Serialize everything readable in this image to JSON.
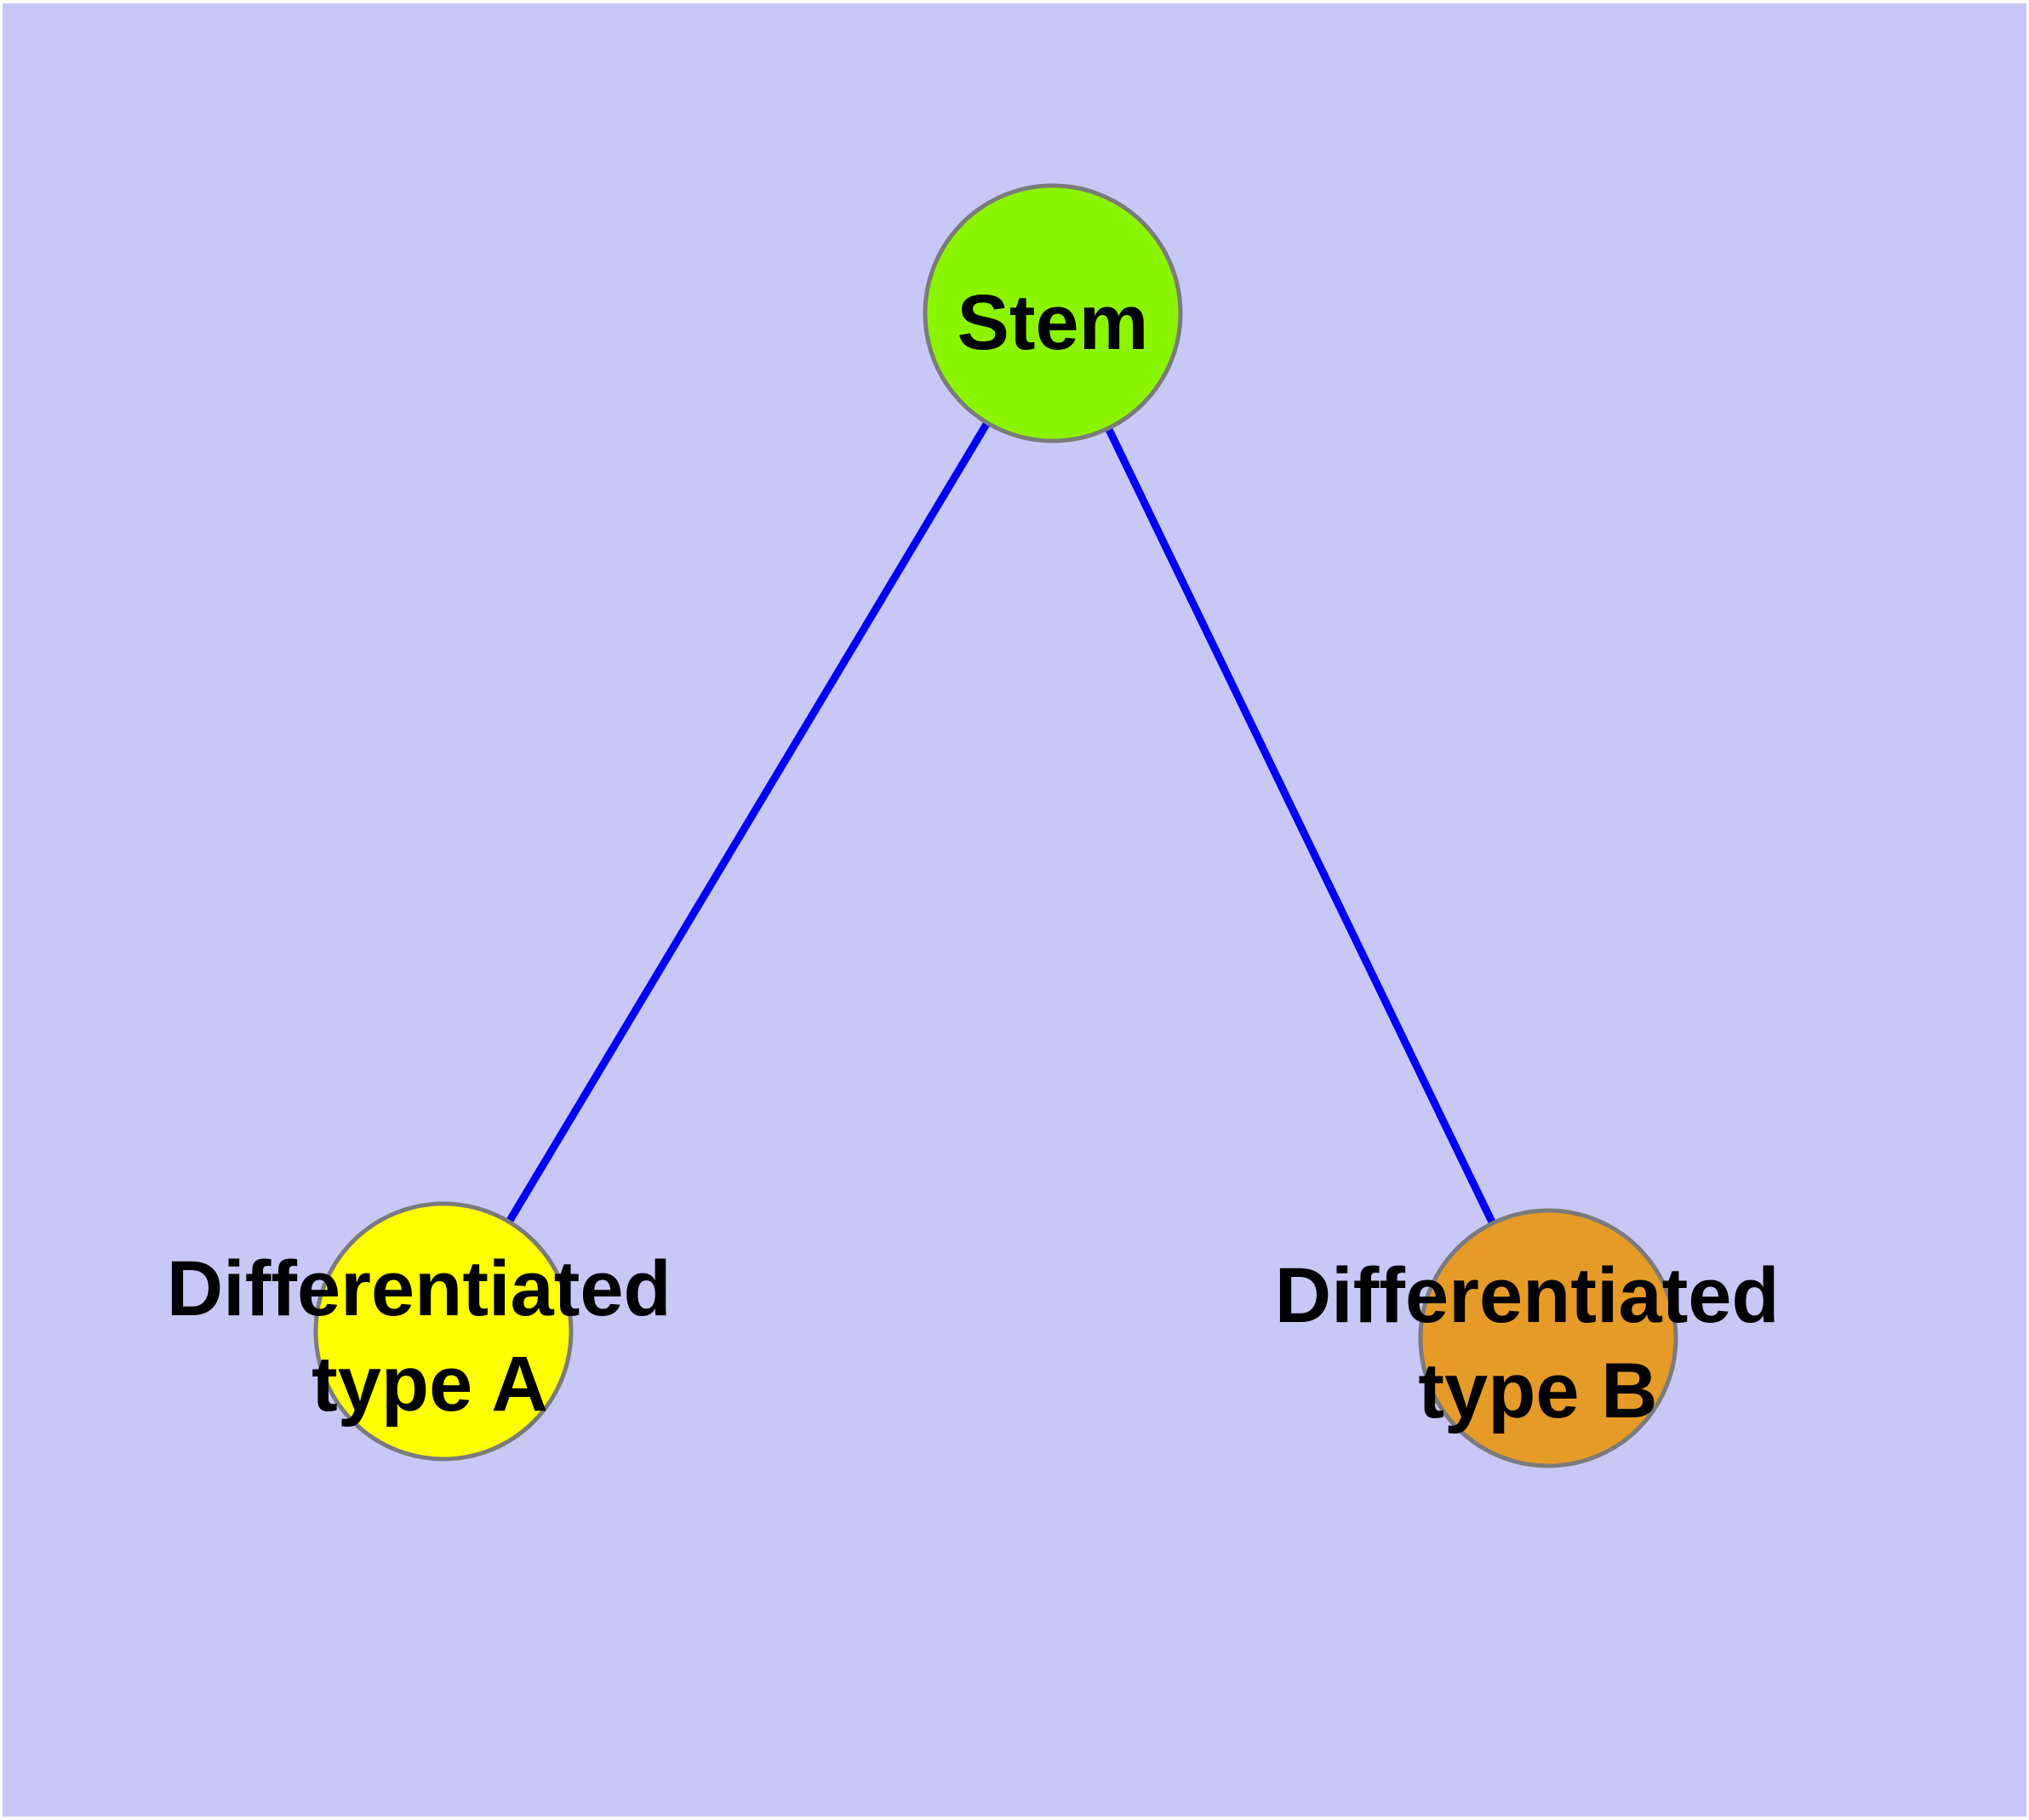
{
  "diagram": {
    "type": "graph",
    "description": "Stem cell differentiation tree: one stem node with edges to two differentiated cell-type nodes",
    "background_color": "#c8c8f7",
    "page_margin_color": "#ffffff",
    "edge_color": "#0000f5",
    "node_border_color": "#7b7b7b",
    "label_color": "#000000",
    "nodes": [
      {
        "id": "stem",
        "label": "Stem",
        "label_lines": [
          "Stem"
        ],
        "color": "#8bf500"
      },
      {
        "id": "differentiated-type-a",
        "label": "Differentiated type A",
        "label_lines": [
          "Differentiated",
          "type A"
        ],
        "color": "#ffff00"
      },
      {
        "id": "differentiated-type-b",
        "label": "Differentiated type B",
        "label_lines": [
          "Differentiated",
          "type B"
        ],
        "color": "#e69b28"
      }
    ],
    "edges": [
      {
        "from": "stem",
        "to": "differentiated-type-a"
      },
      {
        "from": "stem",
        "to": "differentiated-type-b"
      }
    ]
  }
}
